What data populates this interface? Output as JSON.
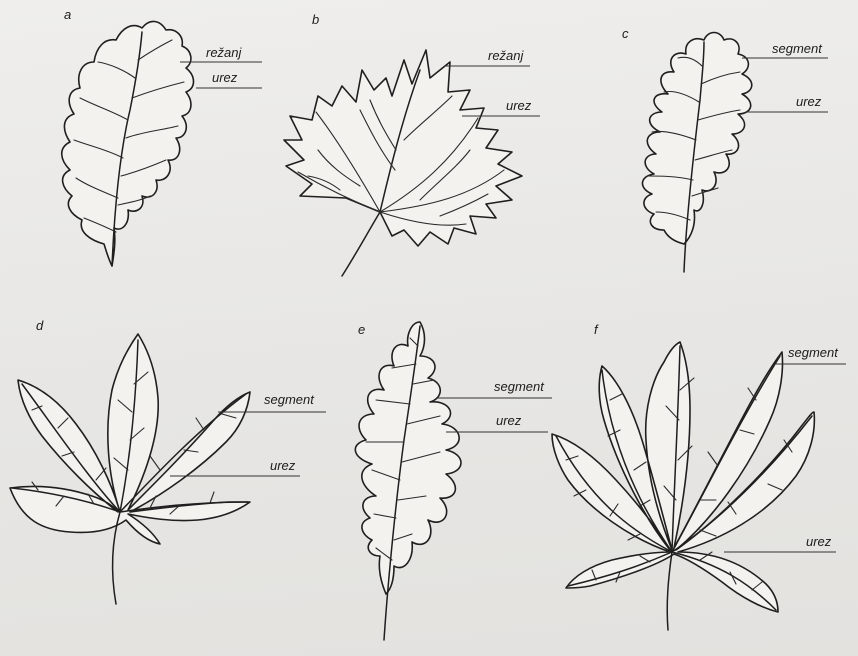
{
  "figures": [
    {
      "letter": "a",
      "label_top": "režanj",
      "label_bottom": "urez"
    },
    {
      "letter": "b",
      "label_top": "režanj",
      "label_bottom": "urez"
    },
    {
      "letter": "c",
      "label_top": "segment",
      "label_bottom": "urez"
    },
    {
      "letter": "d",
      "label_top": "segment",
      "label_bottom": "urez"
    },
    {
      "letter": "e",
      "label_top": "segment",
      "label_bottom": "urez"
    },
    {
      "letter": "f",
      "label_top": "segment",
      "label_bottom": "urez"
    }
  ]
}
